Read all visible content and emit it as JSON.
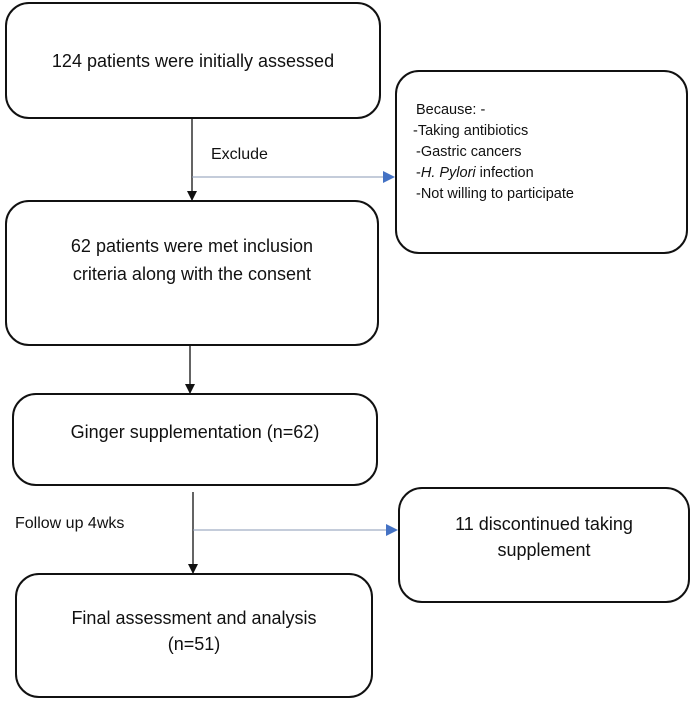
{
  "nodes": {
    "assessed": "124 patients were initially assessed",
    "included_line1": "62 patients were met  inclusion",
    "included_line2": "criteria along with the consent",
    "ginger": "Ginger supplementation (n=62)",
    "discontinued_line1": "11 discontinued taking",
    "discontinued_line2": "supplement",
    "final_line1": "Final assessment and analysis",
    "final_line2": "(n=51)"
  },
  "exclusion": {
    "heading": "Because: -",
    "reasons": [
      "-Taking antibiotics",
      "-Gastric cancers",
      "infection",
      "-Not willing to participate"
    ],
    "hpylori_prefix": "-",
    "hpylori_italic": "H. Pylori"
  },
  "edge_labels": {
    "exclude": "Exclude",
    "follow_up": "Follow up 4wks"
  },
  "colors": {
    "side_arrow": "#4472c4",
    "main_arrow": "#111111"
  }
}
